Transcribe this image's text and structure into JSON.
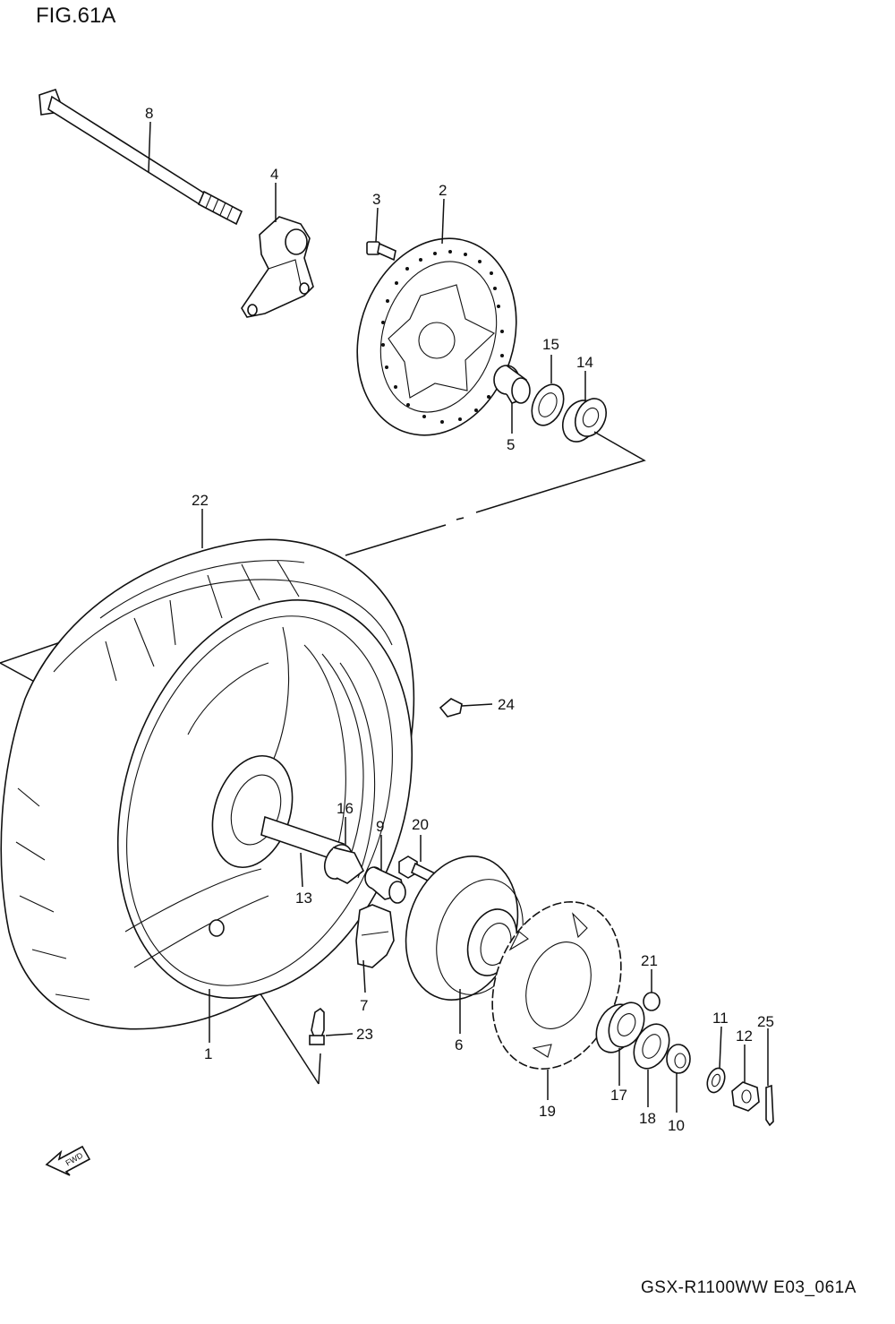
{
  "figure": {
    "title": "FIG.61A",
    "code": "GSX-R1100WW   E03_061A",
    "fwd_label": "FWD"
  },
  "callouts": [
    {
      "id": "c1",
      "label": "1"
    },
    {
      "id": "c2",
      "label": "2"
    },
    {
      "id": "c3",
      "label": "3"
    },
    {
      "id": "c4",
      "label": "4"
    },
    {
      "id": "c5",
      "label": "5"
    },
    {
      "id": "c6",
      "label": "6"
    },
    {
      "id": "c7",
      "label": "7"
    },
    {
      "id": "c8",
      "label": "8"
    },
    {
      "id": "c9",
      "label": "9"
    },
    {
      "id": "c10",
      "label": "10"
    },
    {
      "id": "c11",
      "label": "11"
    },
    {
      "id": "c12",
      "label": "12"
    },
    {
      "id": "c13",
      "label": "13"
    },
    {
      "id": "c14",
      "label": "14"
    },
    {
      "id": "c15",
      "label": "15"
    },
    {
      "id": "c16",
      "label": "16"
    },
    {
      "id": "c17",
      "label": "17"
    },
    {
      "id": "c18",
      "label": "18"
    },
    {
      "id": "c19",
      "label": "19"
    },
    {
      "id": "c20",
      "label": "20"
    },
    {
      "id": "c21",
      "label": "21"
    },
    {
      "id": "c22",
      "label": "22"
    },
    {
      "id": "c23",
      "label": "23"
    },
    {
      "id": "c24",
      "label": "24"
    },
    {
      "id": "c25",
      "label": "25"
    }
  ]
}
